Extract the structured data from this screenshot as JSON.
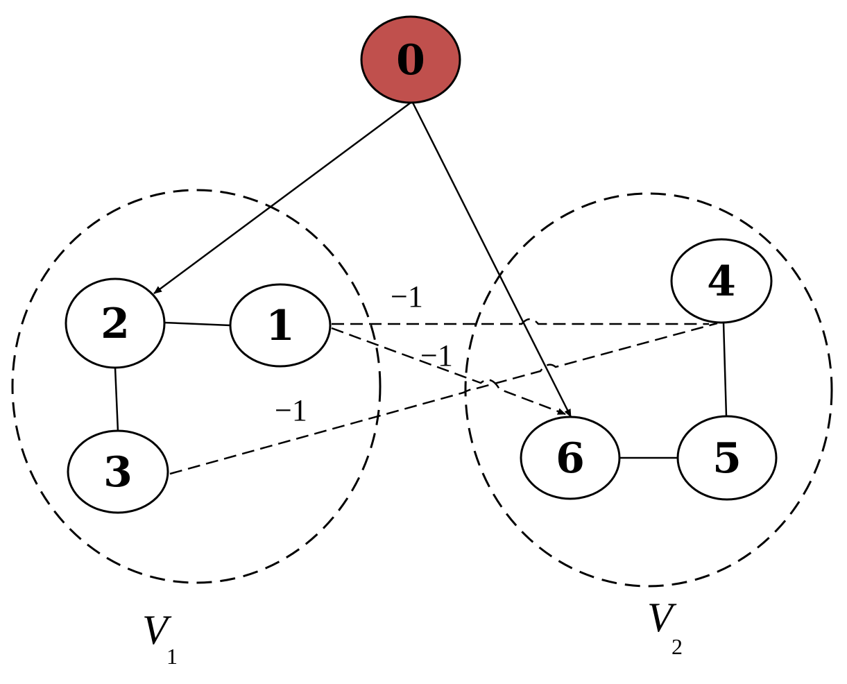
{
  "colors": {
    "leader_fill": "#c0504d",
    "follower_fill": "#ffffff",
    "stroke": "#000000"
  },
  "nodes": [
    {
      "id": "0",
      "label": "0",
      "role": "leader"
    },
    {
      "id": "1",
      "label": "1",
      "role": "follower"
    },
    {
      "id": "2",
      "label": "2",
      "role": "follower"
    },
    {
      "id": "3",
      "label": "3",
      "role": "follower"
    },
    {
      "id": "4",
      "label": "4",
      "role": "follower"
    },
    {
      "id": "5",
      "label": "5",
      "role": "follower"
    },
    {
      "id": "6",
      "label": "6",
      "role": "follower"
    }
  ],
  "groups": [
    {
      "id": "V1",
      "label": "V",
      "subscript": "1",
      "members": [
        "1",
        "2",
        "3"
      ]
    },
    {
      "id": "V2",
      "label": "V",
      "subscript": "2",
      "members": [
        "4",
        "5",
        "6"
      ]
    }
  ],
  "edges": [
    {
      "from": "0",
      "to": "2",
      "type": "directed"
    },
    {
      "from": "0",
      "to": "6",
      "type": "directed"
    },
    {
      "from": "2",
      "to": "1",
      "type": "undirected"
    },
    {
      "from": "2",
      "to": "3",
      "type": "undirected"
    },
    {
      "from": "4",
      "to": "5",
      "type": "undirected"
    },
    {
      "from": "6",
      "to": "5",
      "type": "undirected"
    },
    {
      "from": "1",
      "to": "4",
      "type": "antagonistic",
      "weight": "−1"
    },
    {
      "from": "1",
      "to": "6",
      "type": "antagonistic",
      "weight": "−1"
    },
    {
      "from": "3",
      "to": "4",
      "type": "antagonistic",
      "weight": "−1"
    }
  ]
}
